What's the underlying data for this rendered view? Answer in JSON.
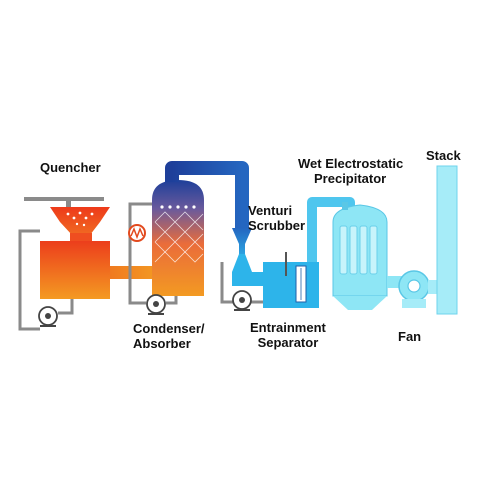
{
  "labels": {
    "quencher": "Quencher",
    "condenser_absorber": [
      "Condenser/",
      "Absorber"
    ],
    "venturi_scrubber": [
      "Venturi",
      "Scrubber"
    ],
    "wet_esp": [
      "Wet Electrostatic",
      "Precipitator"
    ],
    "stack": "Stack",
    "entrainment_separator": [
      "Entrainment",
      "Separator"
    ],
    "fan": "Fan"
  },
  "colors": {
    "quencher_red": "#ee4a20",
    "quencher_orange": "#f39020",
    "duct_blue": "#1e3f9a",
    "venturi_blue": "#2db4ea",
    "esp_cyan": "#8ee6f5",
    "stack_cyan": "#a6ecf8",
    "pipe_gray": "#8a8a8a"
  },
  "icons": [
    "pump-icon",
    "heat-exchanger-icon",
    "spray-nozzle-icon",
    "fan-housing-icon"
  ]
}
